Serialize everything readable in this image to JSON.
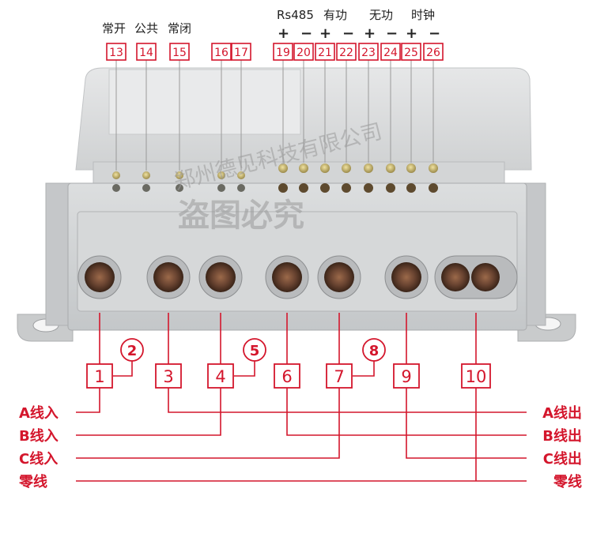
{
  "top_group_labels": [
    "常开",
    "公共",
    "常闭",
    "Rs485",
    "有功",
    "无功",
    "时钟"
  ],
  "polarity_signs": [
    "+",
    "−",
    "+",
    "−",
    "+",
    "−",
    "+",
    "−"
  ],
  "top_terminals": [
    "13",
    "14",
    "15",
    "16",
    "17",
    "19",
    "20",
    "21",
    "22",
    "23",
    "24",
    "25",
    "26"
  ],
  "bottom_terminals": [
    "1",
    "3",
    "4",
    "6",
    "7",
    "9",
    "10"
  ],
  "circled_terminals": [
    "2",
    "5",
    "8"
  ],
  "left_wire_labels": [
    "A线入",
    "B线入",
    "C线入",
    "零线"
  ],
  "right_wire_labels": [
    "A线出",
    "B线出",
    "C线出",
    "零线"
  ],
  "watermark": {
    "company": "郑州德见科技有限公司",
    "stamp": "盗图必究"
  },
  "colors": {
    "accent_red": "#d4162c",
    "text_dark": "#222222",
    "meter_body": "#d9dbdc"
  }
}
